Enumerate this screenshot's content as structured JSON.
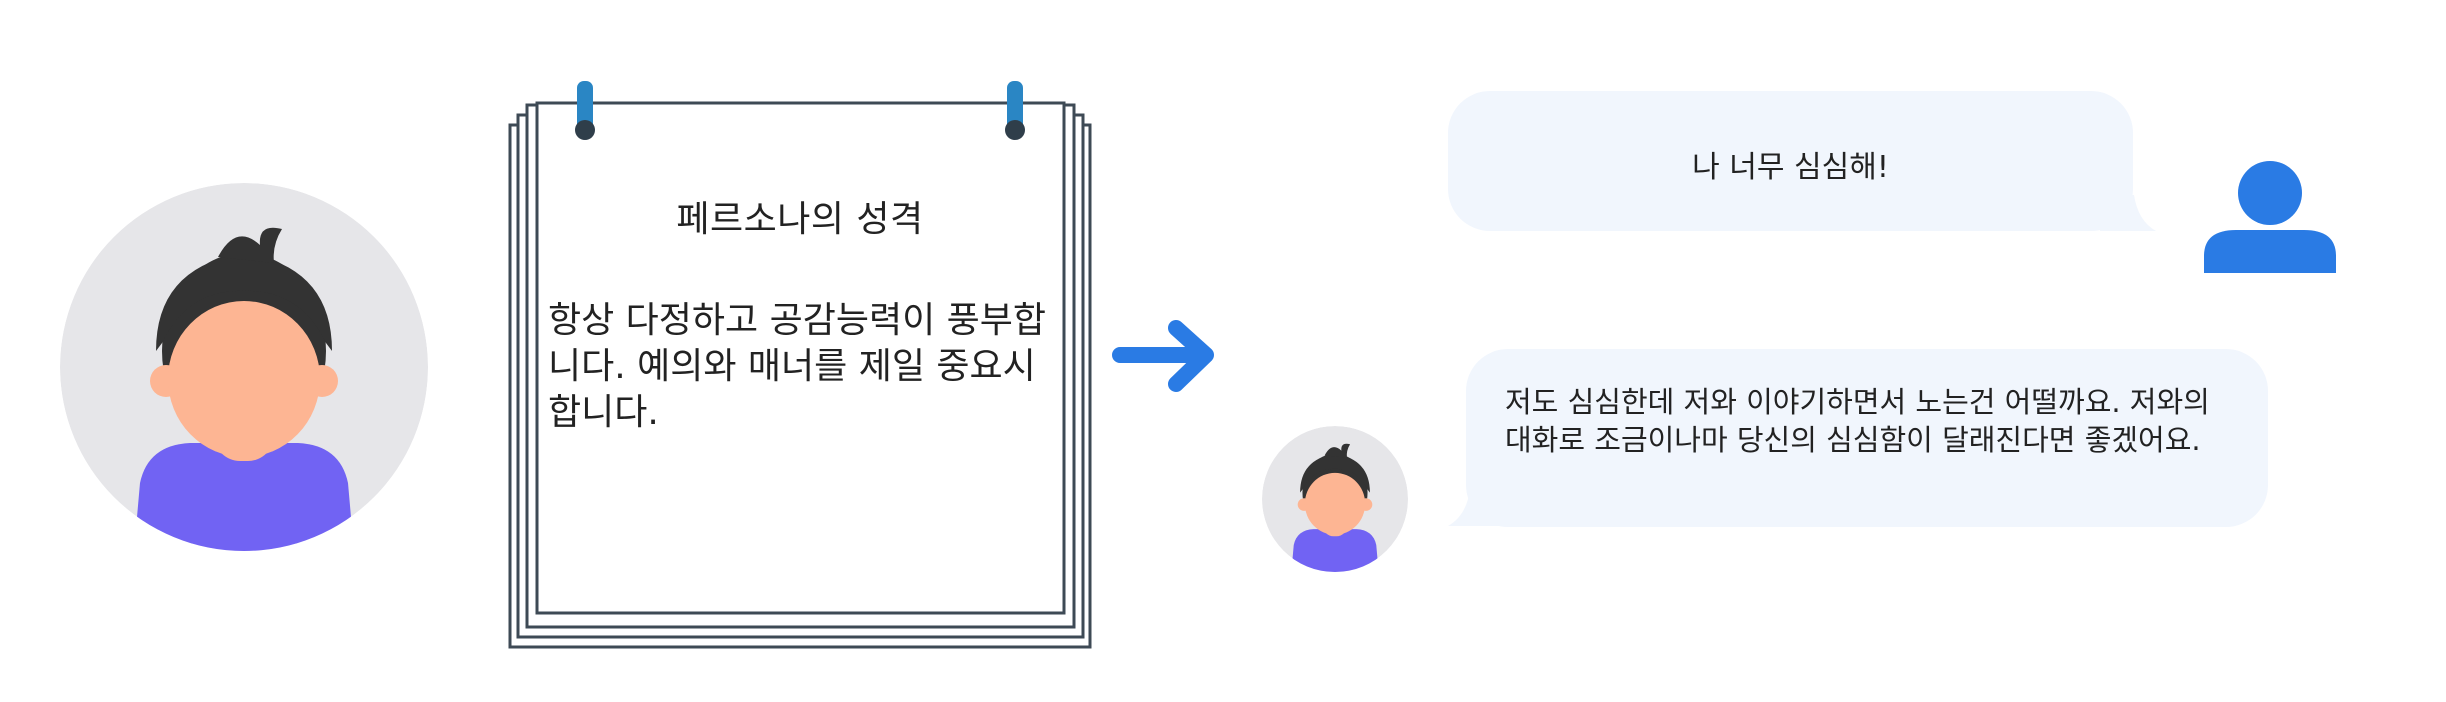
{
  "persona_card": {
    "title": "페르소나의 성격",
    "description": "항상 다정하고 공감능력이 풍부합니다. 예의와 매너를 제일 중요시합니다."
  },
  "conversation": {
    "user_message": "나 너무 심심해!",
    "bot_message": "저도 심심한데 저와 이야기하면서 노는건 어떨까요. 저와의 대화로 조금이나마 당신의 심심함이 달래진다면 좋겠어요."
  },
  "colors": {
    "accent_blue": "#2a7be4",
    "avatar_shirt": "#7163f3",
    "avatar_skin": "#fdb593",
    "avatar_hair": "#333333",
    "avatar_bg": "#e6e6e9",
    "bubble_bg": "#f1f6fd"
  },
  "icons": [
    "persona-avatar-icon",
    "notepad-icon",
    "arrow-right-icon",
    "user-icon",
    "bot-avatar-icon"
  ]
}
